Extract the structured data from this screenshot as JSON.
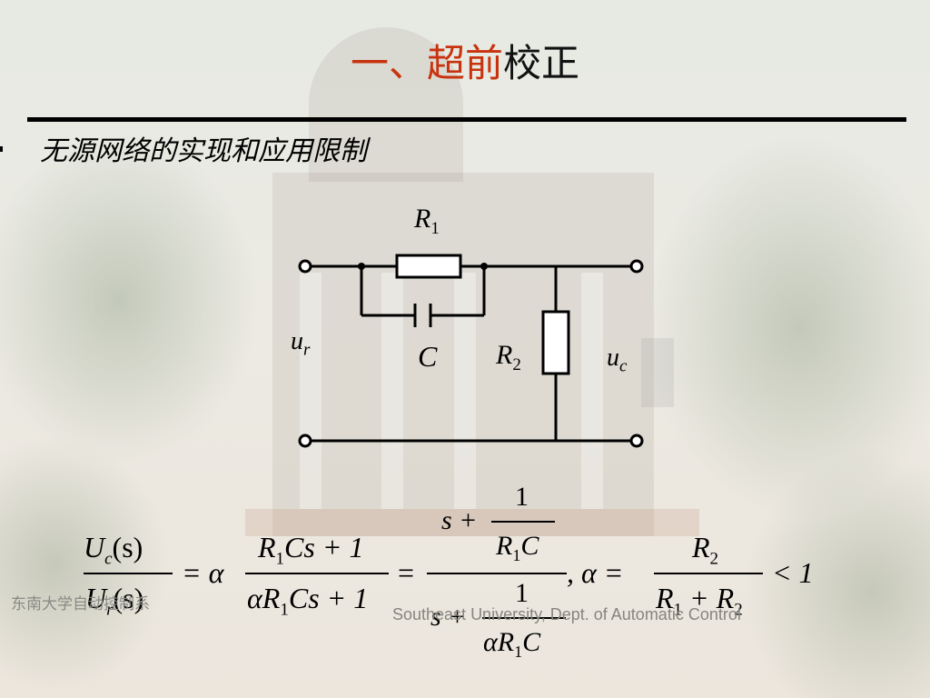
{
  "slide": {
    "title_prefix": "一、",
    "title_accent": "超前",
    "title_rest": "校正",
    "subtitle": "无源网络的实现和应用限制",
    "footer_left": "东南大学自动控制系",
    "footer_right": "Southeast University, Dept. of Automatic Control",
    "colors": {
      "accent": "#c8330f",
      "text": "#000000"
    }
  },
  "circuit": {
    "r1_label": "R",
    "r1_sub": "1",
    "r2_label": "R",
    "r2_sub": "2",
    "c_label": "C",
    "input_label": "u",
    "input_sub": "r",
    "output_label": "u",
    "output_sub": "c"
  },
  "formula": {
    "lhs_num": "U",
    "lhs_num_sub": "c",
    "lhs_num_arg": "(s)",
    "lhs_den": "U",
    "lhs_den_sub": "r",
    "lhs_den_arg": "(s)",
    "eq1": "= α",
    "mid_num_a": "R",
    "mid_num_sub": "1",
    "mid_num_b": "Cs + 1",
    "mid_den_a": "αR",
    "mid_den_sub": "1",
    "mid_den_b": "Cs + 1",
    "eq2": "=",
    "top_s_plus": "s +",
    "top_one": "1",
    "top_rc": "R",
    "top_rc_sub": "1",
    "top_rc_c": "C",
    "bot_s_plus": "s +",
    "bot_one": "1",
    "bot_arc": "αR",
    "bot_arc_sub": "1",
    "bot_arc_c": "C",
    "alpha_def": ", α =",
    "alpha_num": "R",
    "alpha_num_sub": "2",
    "alpha_den_a": "R",
    "alpha_den_a_sub": "1",
    "alpha_den_plus": " + R",
    "alpha_den_b_sub": "2",
    "lt_one": "< 1"
  }
}
